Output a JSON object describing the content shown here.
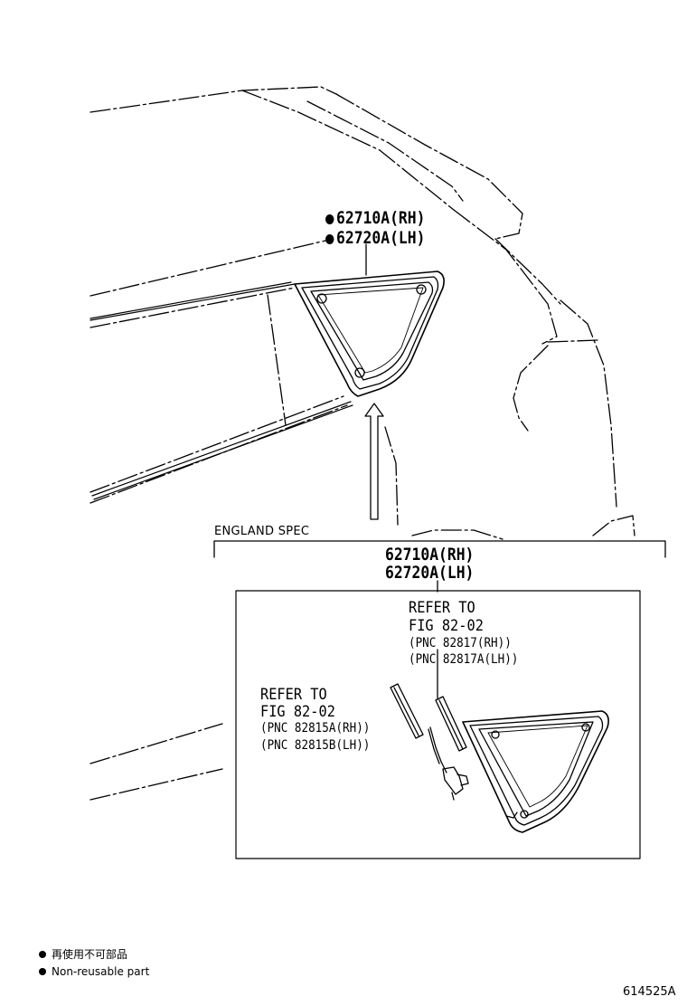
{
  "main_callout": {
    "rh": "62710A(RH)",
    "lh": "62720A(LH)"
  },
  "england_spec": {
    "label": "ENGLAND SPEC",
    "rh": "62710A(RH)",
    "lh": "62720A(LH)"
  },
  "refer_upper": {
    "line1": "REFER TO",
    "line2": "FIG 82-02",
    "pnc1": "(PNC 82817(RH))",
    "pnc2": "(PNC 82817A(LH))"
  },
  "refer_lower": {
    "line1": "REFER TO",
    "line2": "FIG 82-02",
    "pnc1": "(PNC 82815A(RH))",
    "pnc2": "(PNC 82815B(LH))"
  },
  "legend": {
    "japanese": "再使用不可部品",
    "english": "Non-reusable part"
  },
  "illustration_code": "614525A"
}
